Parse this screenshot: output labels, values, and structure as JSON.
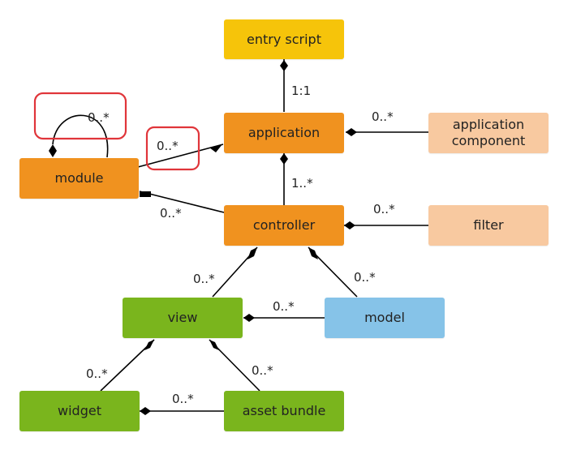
{
  "colors": {
    "yellow": "#f6c40a",
    "orange": "#f0921f",
    "peach": "#f8c9a0",
    "green": "#7ab51d",
    "blue": "#86c3e8",
    "highlight": "#e0353a",
    "line": "#000000"
  },
  "nodes": {
    "entry_script": "entry script",
    "application": "application",
    "application_component": "application\ncomponent",
    "module": "module",
    "controller": "controller",
    "filter": "filter",
    "view": "view",
    "model": "model",
    "widget": "widget",
    "asset_bundle": "asset bundle"
  },
  "multiplicities": {
    "application_entry": "1:1",
    "component_application": "0..*",
    "module_self": "0..*",
    "module_application": "0..*",
    "controller_application": "1..*",
    "controller_module": "0..*",
    "filter_controller": "0..*",
    "view_controller": "0..*",
    "model_controller": "0..*",
    "model_view": "0..*",
    "widget_view": "0..*",
    "asset_bundle_view": "0..*",
    "asset_bundle_widget": "0..*"
  }
}
